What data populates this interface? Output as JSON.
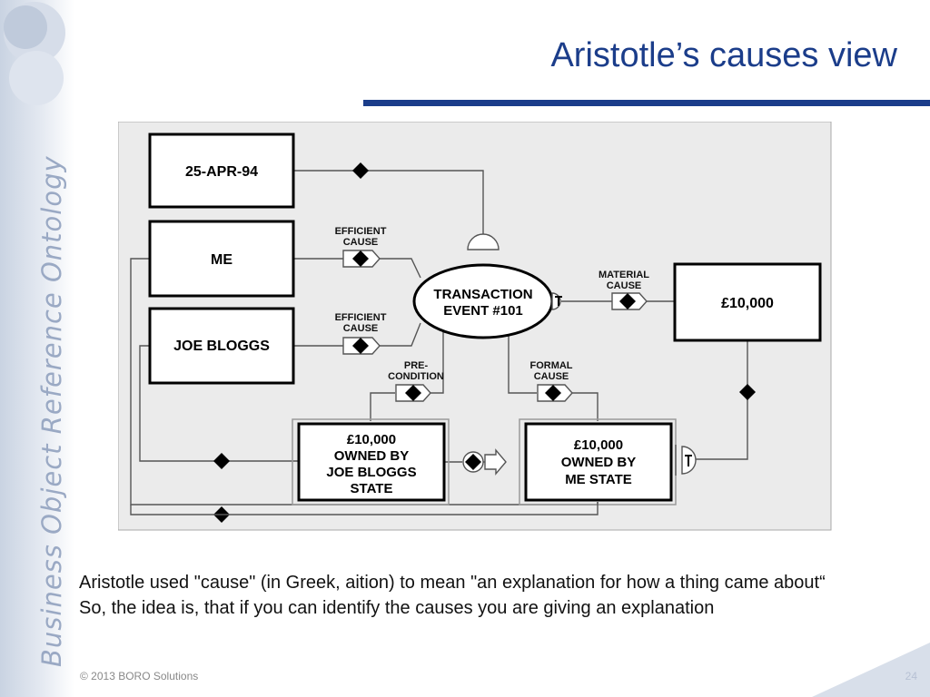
{
  "slide": {
    "title": "Aristotle’s causes view",
    "side_text": "Business Object Reference Ontology",
    "body": [
      "Aristotle used \"cause\" (in Greek, aition) to mean \"an explanation for how a thing came about“",
      "So, the idea is, that if you can identify the causes you are giving an explanation"
    ],
    "footer": "© 2013 BORO Solutions",
    "page_number": "24"
  },
  "diagram": {
    "nodes": {
      "date": "25-APR-94",
      "me": "ME",
      "joe": "JOE BLOGGS",
      "event_line1": "TRANSACTION",
      "event_line2": "EVENT #101",
      "amount": "£10,000",
      "joe_state": [
        "£10,000",
        "OWNED BY",
        "JOE BLOGGS",
        "STATE"
      ],
      "me_state": [
        "£10,000",
        "OWNED BY",
        "ME STATE"
      ]
    },
    "labels": {
      "efficient_1": [
        "EFFICIENT",
        "CAUSE"
      ],
      "efficient_2": [
        "EFFICIENT",
        "CAUSE"
      ],
      "material": [
        "MATERIAL",
        "CAUSE"
      ],
      "precondition": [
        "PRE-",
        "CONDITION"
      ],
      "formal": [
        "FORMAL",
        "CAUSE"
      ]
    }
  },
  "colors": {
    "title": "#1b3d8a",
    "rule": "#1b3d8a",
    "diagram_bg": "#ebebeb"
  }
}
